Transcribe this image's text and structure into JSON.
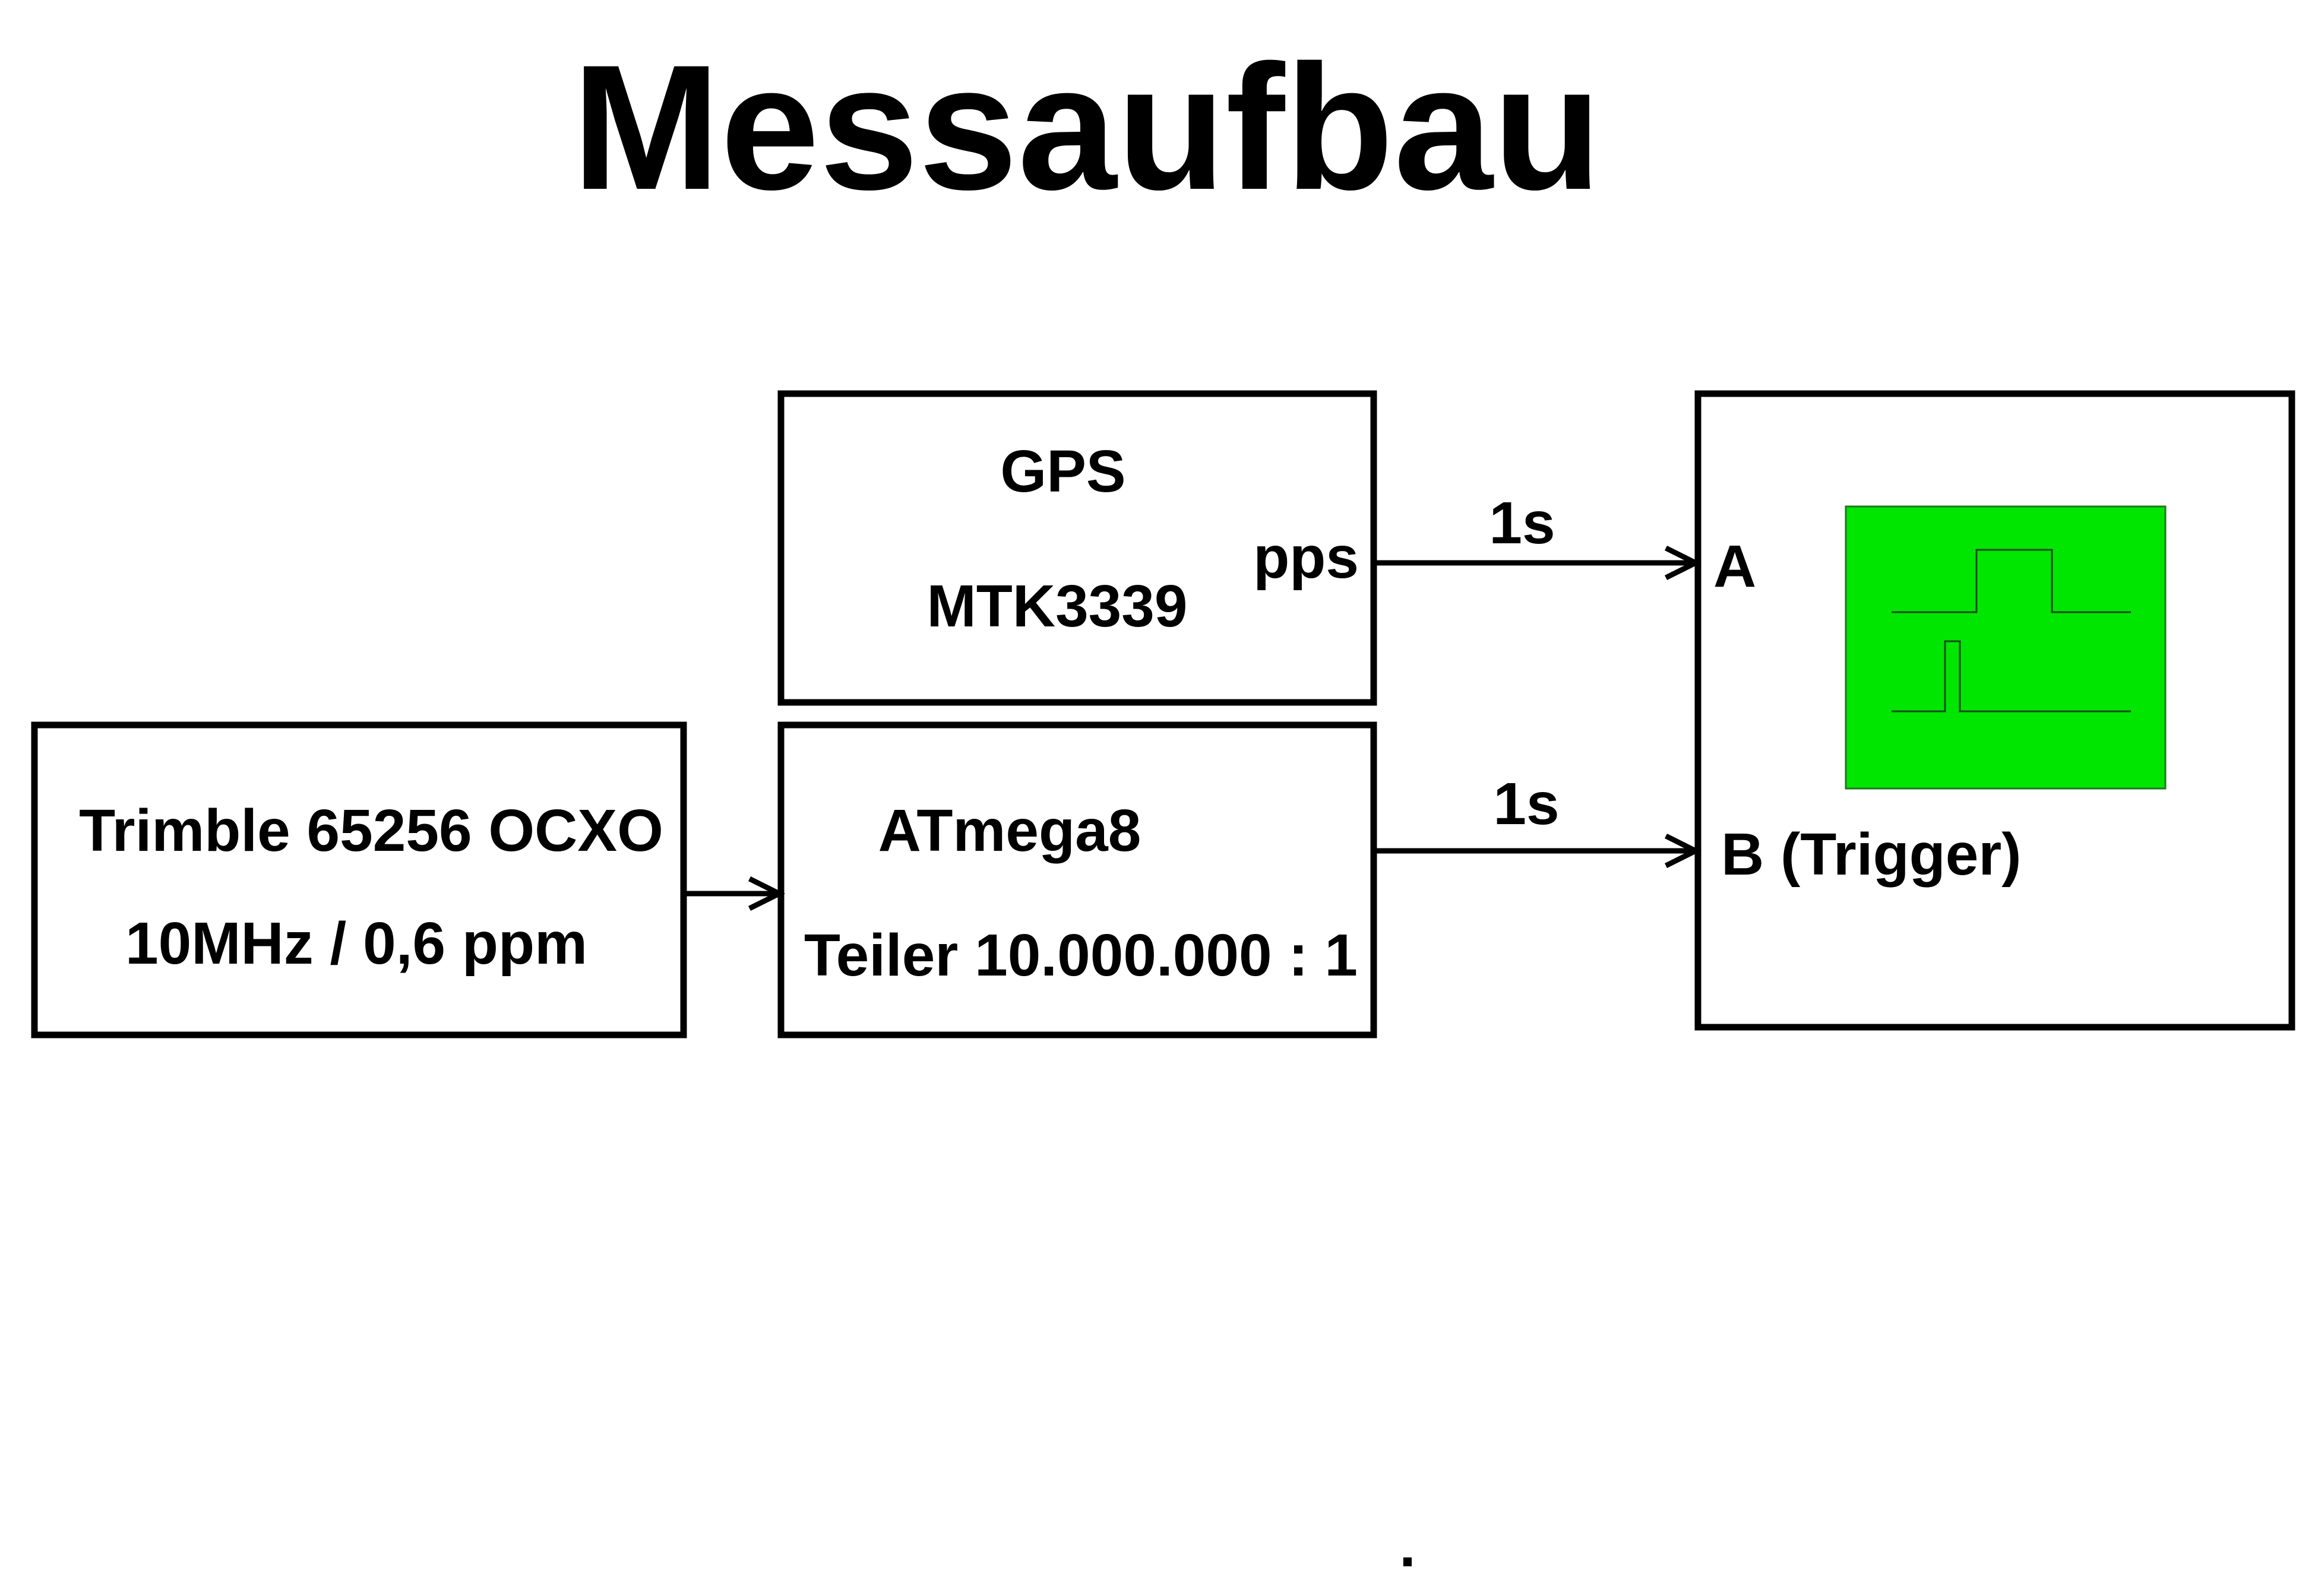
{
  "title": "Messaufbau",
  "blocks": {
    "gps": {
      "name": "GPS",
      "model": "MTK3339",
      "output_label": "pps"
    },
    "ocxo": {
      "name": "Trimble 65256 OCXO",
      "spec": "10MHz / 0,6 ppm"
    },
    "divider": {
      "name": "ATmega8",
      "ratio": "Teiler 10.000.000 : 1"
    },
    "oscilloscope": {
      "channel_a": "A",
      "channel_b": "B (Trigger)",
      "screen_color": "#00e600"
    }
  },
  "connections": {
    "gps_to_scope_label": "1s",
    "divider_to_scope_label": "1s"
  },
  "stray_mark": "."
}
